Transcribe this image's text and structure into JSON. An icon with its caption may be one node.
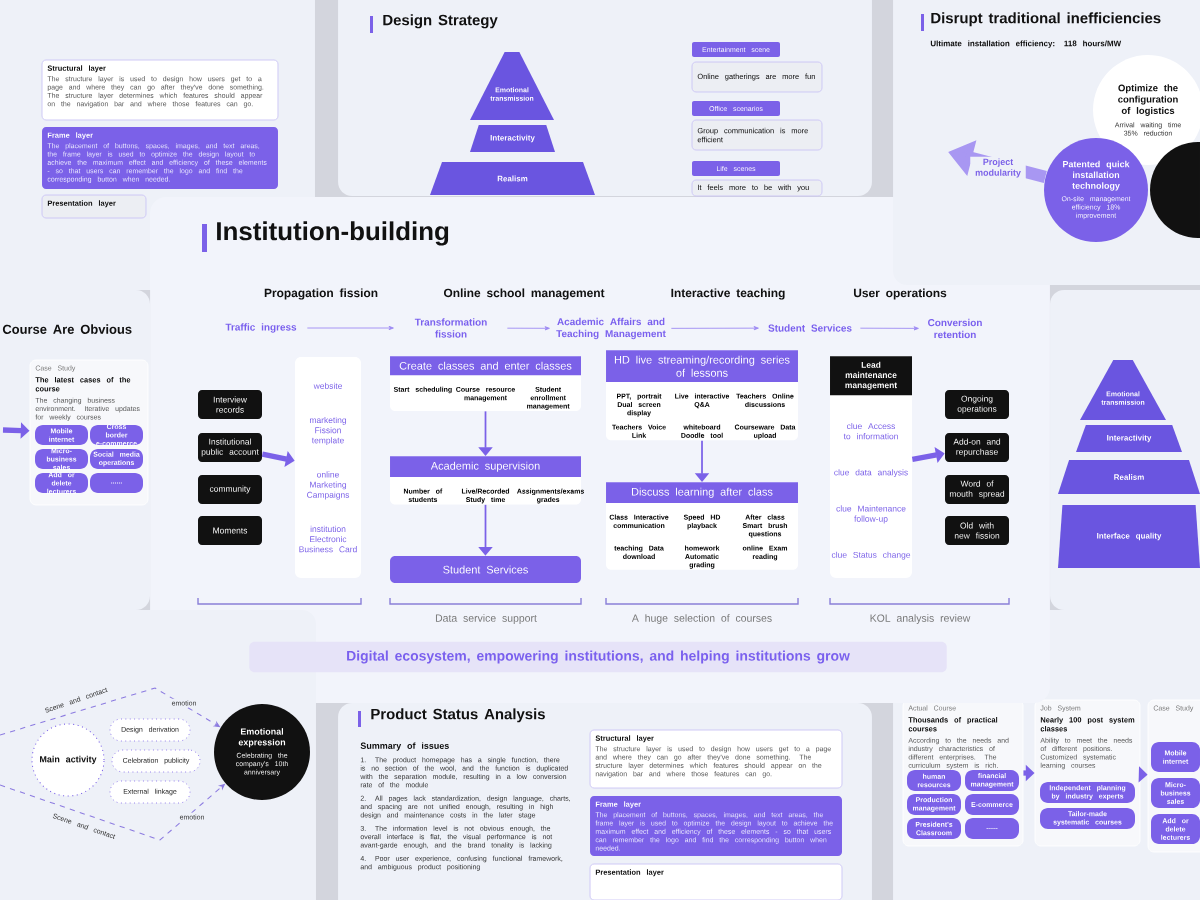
{
  "diagram": {
    "nodes": [
      {
        "text": [],
        "shape": "box"
      },
      {
        "text": [
          "Structural layer",
          "The structure layer is used to design how users get to a page and where they can go after they've done something. The structure layer determines which features should appear on the navigation bar and where those features can go."
        ],
        "in": 0
      },
      {
        "text": [
          "Frame layer",
          "The placement of buttons, spaces, images, and text areas, the frame layer is used to optimize the design layout to achieve the maximum effect and efficiency of these elements - so that users can remember the logo and find the corresponding button when needed."
        ],
        "in": 0
      },
      {
        "text": [
          "Presentation layer"
        ],
        "in": 0
      },
      {
        "text": [
          "Design Strategy"
        ]
      },
      {
        "text": [
          "Emotional transmission"
        ],
        "in": 4
      },
      {
        "text": [
          "Interactivity"
        ],
        "in": 4
      },
      {
        "text": [
          "Realism"
        ],
        "in": 4
      },
      {
        "text": [
          "Entertainment scene"
        ],
        "in": 4
      },
      {
        "text": [
          "Online gatherings are more fun"
        ],
        "in": 4
      },
      {
        "text": [
          "Office scenarios"
        ],
        "in": 4
      },
      {
        "text": [
          "Group communication is more efficient"
        ],
        "in": 4
      },
      {
        "text": [
          "Life scenes"
        ],
        "in": 4
      },
      {
        "text": [
          "It feels more to be with you"
        ],
        "in": 4
      },
      {
        "text": [
          "Disrupt traditional inefficiencies",
          "Ultimate installation efficiency: 118 hours/MW"
        ]
      },
      {
        "text": [
          "Optimize the configuration of logistics",
          "Arrival waiting time 35% reduction"
        ],
        "in": 14
      },
      {
        "text": [
          "Patented quick installation technology",
          "On-site management efficiency 18% improvement"
        ],
        "in": 14
      },
      {
        "text": [],
        "shape": "circle",
        "in": 14
      },
      {
        "text": [
          "Course Are Obvious"
        ]
      },
      {
        "text": [
          "Case Study",
          "The latest cases of the course",
          "The changing business environment. Iterative updates for weekly courses"
        ],
        "in": 18
      },
      {
        "text": [
          "Mobile internet"
        ],
        "in": 19
      },
      {
        "text": [
          "Cross border e-commerce"
        ],
        "in": 19
      },
      {
        "text": [
          "Micro-business sales"
        ],
        "in": 19
      },
      {
        "text": [
          "Social media operations"
        ],
        "in": 19
      },
      {
        "text": [
          "Add or delete lecturers"
        ],
        "in": 19
      },
      {
        "text": [
          "......"
        ],
        "in": 19
      },
      {
        "text": [
          "Institution-building"
        ]
      },
      {
        "text": [
          "Traffic ingress"
        ],
        "in": 26
      },
      {
        "text": [
          "Transformation fission"
        ],
        "in": 26
      },
      {
        "text": [
          "Academic Affairs and Teaching Management"
        ],
        "in": 26
      },
      {
        "text": [
          "Student Services"
        ],
        "in": 26
      },
      {
        "text": [
          "Conversion retention"
        ],
        "in": 26
      },
      {
        "text": [
          "Interview records"
        ],
        "in": 26
      },
      {
        "text": [
          "Institutional public account"
        ],
        "in": 26
      },
      {
        "text": [
          "community"
        ],
        "in": 26
      },
      {
        "text": [
          "Moments"
        ],
        "in": 26
      },
      {
        "text": [
          "website",
          "marketing Fission template",
          "online Marketing Campaigns",
          "institution Electronic Business Card"
        ],
        "in": 26
      },
      {
        "text": [
          "Create classes and enter classes",
          "Start scheduling",
          "Course resource management",
          "Student enrollment management"
        ],
        "in": 26
      },
      {
        "text": [
          "Academic supervision",
          "Number of students",
          "Live/Recorded Study time",
          "Assignments/exams grades"
        ],
        "in": 26
      },
      {
        "text": [
          "Student Services"
        ],
        "in": 26
      },
      {
        "text": [
          "HD live streaming/recording series of lessons",
          "PPT, portrait Dual screen display",
          "Live interactive Q&A",
          "Teachers Online discussions",
          "Teachers Voice Link",
          "whiteboard Doodle tool",
          "Courseware Data upload"
        ],
        "in": 26
      },
      {
        "text": [
          "Discuss learning after class",
          "Class Interactive communication",
          "Speed HD playback",
          "After class Smart brush questions",
          "teaching Data download",
          "homework Automatic grading",
          "online Exam reading"
        ],
        "in": 26
      },
      {
        "text": [
          "Lead maintenance management",
          "clue Access to information",
          "clue data analysis",
          "clue Maintenance follow-up",
          "clue Status change"
        ],
        "in": 26
      },
      {
        "text": [
          "Ongoing operations"
        ],
        "in": 26
      },
      {
        "text": [
          "Add-on and repurchase"
        ],
        "in": 26
      },
      {
        "text": [
          "Word of mouth spread"
        ],
        "in": 26
      },
      {
        "text": [
          "Old with new fission"
        ],
        "in": 26
      },
      {
        "text": [],
        "shape": "box"
      },
      {
        "text": [
          "Emotional transmission"
        ],
        "in": 47
      },
      {
        "text": [
          "Interactivity"
        ],
        "in": 47
      },
      {
        "text": [
          "Realism"
        ],
        "in": 47
      },
      {
        "text": [
          "Interface quality"
        ],
        "in": 47
      },
      {
        "text": [],
        "shape": "box"
      },
      {
        "text": [
          "Main activity"
        ],
        "in": 52
      },
      {
        "text": [
          "Design derivation"
        ],
        "in": 52
      },
      {
        "text": [
          "Celebration publicity"
        ],
        "in": 52
      },
      {
        "text": [
          "External linkage"
        ],
        "in": 52
      },
      {
        "text": [
          "Emotional expression",
          "Celebrating the company's 10th anniversary"
        ],
        "in": 52
      },
      {
        "text": [
          "Product Status Analysis",
          "Summary of issues",
          "1. The product homepage has a single function, there is no section of the wool, and the function is duplicated with the separation module, resulting in a low conversion rate of the module",
          "2. All pages lack standardization, design language, charts, and spacing are not unified enough, resulting in high design and maintenance costs in the later stage",
          "3. The information level is not obvious enough, the overall interface is flat, the visual performance is not avant-garde enough, and the brand tonality is lacking",
          "4. Poor user experience, confusing functional framework, and ambiguous product positioning"
        ]
      },
      {
        "text": [
          "Structural layer",
          "The structure layer is used to design how users get to a page and where they can go after they've done something. The structure layer determines which features should appear on the navigation bar and where those features can go."
        ],
        "in": 58
      },
      {
        "text": [
          "Frame layer",
          "The placement of buttons, spaces, images, and text areas, the frame layer is used to optimize the design layout to achieve the maximum effect and efficiency of these elements - so that users can remember the logo and find the corresponding button when needed."
        ],
        "in": 58
      },
      {
        "text": [
          "Presentation layer"
        ],
        "in": 58
      },
      {
        "text": [],
        "shape": "box"
      },
      {
        "text": [
          "Actual Course",
          "Thousands of practical courses",
          "According to the needs and industry characteristics of different enterprises. The curriculum system is rich."
        ],
        "in": 62
      },
      {
        "text": [
          "human resources"
        ],
        "in": 63
      },
      {
        "text": [
          "financial management"
        ],
        "in": 63
      },
      {
        "text": [
          "Production management"
        ],
        "in": 63
      },
      {
        "text": [
          "E-commerce"
        ],
        "in": 63
      },
      {
        "text": [
          "President's Classroom"
        ],
        "in": 63
      },
      {
        "text": [
          "......"
        ],
        "in": 63
      },
      {
        "text": [
          "Job System",
          "Nearly 100 post system classes",
          "Ability to meet the needs of different positions. Customized systematic learning courses"
        ],
        "in": 62
      },
      {
        "text": [
          "Independent planning by industry experts"
        ],
        "in": 70
      },
      {
        "text": [
          "Tailor-made systematic courses"
        ],
        "in": 70
      },
      {
        "text": [
          "Case Study"
        ],
        "in": 62
      },
      {
        "text": [
          "Mobile internet"
        ],
        "in": 73
      },
      {
        "text": [
          "Micro-business sales"
        ],
        "in": 73
      },
      {
        "text": [
          "Add or delete lecturers"
        ],
        "in": 73
      }
    ],
    "edges": [
      {
        "from": 27,
        "to": 28,
        "arrow": "to"
      },
      {
        "from": 28,
        "to": 29,
        "arrow": "to"
      },
      {
        "from": 29,
        "to": 30,
        "arrow": "to"
      },
      {
        "from": 30,
        "to": 31,
        "arrow": "to"
      },
      {
        "from": 33,
        "to": 36,
        "arrow": "to",
        "style": "thick"
      },
      {
        "from": 37,
        "to": 38,
        "arrow": "to"
      },
      {
        "from": 38,
        "to": 39,
        "arrow": "to"
      },
      {
        "from": 40,
        "to": 41,
        "arrow": "to"
      },
      {
        "from": 42,
        "to": 44,
        "arrow": "to",
        "style": "thick"
      },
      {
        "from": 16,
        "to": null,
        "arrow": "to",
        "label": "Project modularity",
        "style": "thick"
      },
      {
        "from": null,
        "to": 19,
        "arrow": "to",
        "style": "thick"
      },
      {
        "from": null,
        "to": 57,
        "arrow": "to",
        "label": "emotion",
        "style": "dashed"
      },
      {
        "from": null,
        "to": 57,
        "arrow": "to",
        "label": "emotion",
        "style": "dashed"
      },
      {
        "from": 63,
        "to": 70,
        "arrow": "to",
        "style": "thick"
      },
      {
        "from": 70,
        "to": 73,
        "arrow": "to",
        "style": "thick"
      }
    ],
    "labels": [
      "Propagation fission",
      "Online school management",
      "Interactive teaching",
      "User operations",
      "Data service support",
      "A huge selection of courses",
      "KOL analysis review",
      "Digital ecosystem, empowering institutions, and helping institutions grow",
      "Scene and contact",
      "Scene and contact"
    ]
  }
}
